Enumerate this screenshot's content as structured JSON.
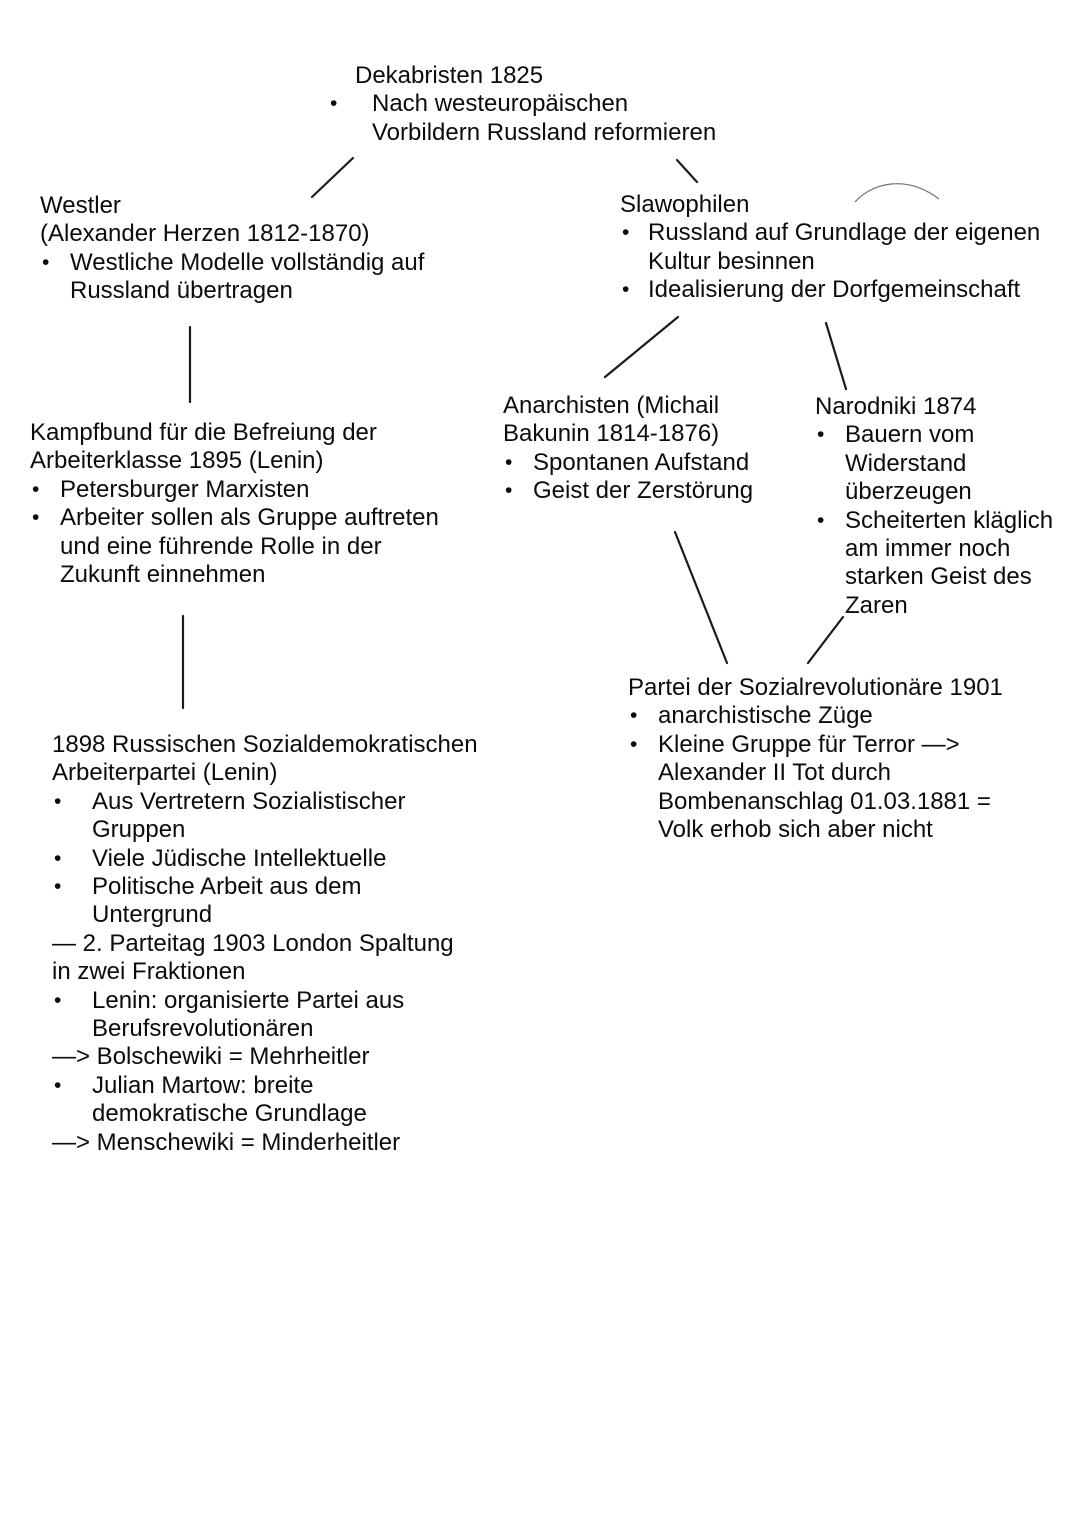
{
  "glyphs": {
    "bullet": "•"
  },
  "edges": [
    {
      "from": "dekabristen",
      "to": "westler"
    },
    {
      "from": "dekabristen",
      "to": "slawophilen"
    },
    {
      "from": "westler",
      "to": "kampfbund"
    },
    {
      "from": "slawophilen",
      "to": "anarchisten"
    },
    {
      "from": "slawophilen",
      "to": "narodniki"
    },
    {
      "from": "kampfbund",
      "to": "rsdap"
    },
    {
      "from": "anarchisten",
      "to": "partei"
    },
    {
      "from": "narodniki",
      "to": "partei"
    }
  ],
  "nodes": {
    "dekabristen": {
      "lines": [
        {
          "k": "t",
          "text": "Dekabristen 1825"
        },
        {
          "k": "b",
          "text": "Nach westeuropäischen"
        },
        {
          "k": "c",
          "text": "Vorbildern Russland reformieren"
        }
      ]
    },
    "westler": {
      "lines": [
        {
          "k": "t",
          "text": "Westler"
        },
        {
          "k": "t",
          "text": "(Alexander Herzen 1812-1870)"
        },
        {
          "k": "b",
          "text": "Westliche Modelle vollständig auf"
        },
        {
          "k": "c",
          "text": "Russland übertragen"
        }
      ]
    },
    "slawophilen": {
      "lines": [
        {
          "k": "t",
          "text": "Slawophilen"
        },
        {
          "k": "b",
          "text": "Russland auf Grundlage der eigenen"
        },
        {
          "k": "c",
          "text": "Kultur besinnen"
        },
        {
          "k": "b",
          "text": "Idealisierung der Dorfgemeinschaft"
        }
      ]
    },
    "kampfbund": {
      "lines": [
        {
          "k": "t",
          "text": "Kampfbund für die Befreiung der"
        },
        {
          "k": "t",
          "text": "Arbeiterklasse 1895 (Lenin)"
        },
        {
          "k": "b",
          "text": "Petersburger Marxisten"
        },
        {
          "k": "b",
          "text": "Arbeiter sollen als Gruppe auftreten"
        },
        {
          "k": "c",
          "text": "und eine führende Rolle in der"
        },
        {
          "k": "c",
          "text": "Zukunft einnehmen"
        }
      ]
    },
    "anarchisten": {
      "lines": [
        {
          "k": "t",
          "text": "Anarchisten (Michail"
        },
        {
          "k": "t",
          "text": "Bakunin 1814-1876)"
        },
        {
          "k": "b",
          "text": "Spontanen Aufstand"
        },
        {
          "k": "b",
          "text": "Geist der Zerstörung"
        }
      ]
    },
    "narodniki": {
      "lines": [
        {
          "k": "t",
          "text": "Narodniki 1874"
        },
        {
          "k": "b",
          "text": "Bauern vom"
        },
        {
          "k": "c",
          "text": "Widerstand"
        },
        {
          "k": "c",
          "text": "überzeugen"
        },
        {
          "k": "b",
          "text": "Scheiterten kläglich"
        },
        {
          "k": "c",
          "text": "am immer noch"
        },
        {
          "k": "c",
          "text": "starken Geist des"
        },
        {
          "k": "c",
          "text": "Zaren"
        }
      ]
    },
    "partei": {
      "lines": [
        {
          "k": "t",
          "text": "Partei der Sozialrevolutionäre 1901"
        },
        {
          "k": "b",
          "text": "anarchistische Züge"
        },
        {
          "k": "b",
          "text": "Kleine Gruppe für Terror —>"
        },
        {
          "k": "c",
          "text": "Alexander II Tot durch"
        },
        {
          "k": "c",
          "text": "Bombenanschlag 01.03.1881 ="
        },
        {
          "k": "c",
          "text": "Volk erhob sich aber nicht"
        }
      ]
    },
    "rsdap": {
      "lines": [
        {
          "k": "t",
          "text": "1898 Russischen Sozialdemokratischen"
        },
        {
          "k": "t",
          "text": "Arbeiterpartei (Lenin)"
        },
        {
          "k": "b",
          "text": "Aus Vertretern Sozialistischer"
        },
        {
          "k": "c",
          "text": "Gruppen"
        },
        {
          "k": "b",
          "text": "Viele Jüdische Intellektuelle"
        },
        {
          "k": "b",
          "text": "Politische Arbeit aus dem"
        },
        {
          "k": "c",
          "text": "Untergrund"
        },
        {
          "k": "p",
          "text": "— 2. Parteitag 1903 London Spaltung"
        },
        {
          "k": "p",
          "text": "in zwei Fraktionen"
        },
        {
          "k": "b",
          "text": "Lenin: organisierte Partei aus"
        },
        {
          "k": "c",
          "text": "Berufsrevolutionären"
        },
        {
          "k": "p",
          "text": "—> Bolschewiki = Mehrheitler"
        },
        {
          "k": "b",
          "text": "Julian Martow: breite"
        },
        {
          "k": "c",
          "text": "demokratische Grundlage"
        },
        {
          "k": "p",
          "text": "—> Menschewiki = Minderheitler"
        }
      ]
    }
  },
  "colors": {
    "background": "#ffffff",
    "text": "#0c0c0c",
    "connector": "#1b1b1b",
    "pen_arc": "#6f6f6f"
  }
}
